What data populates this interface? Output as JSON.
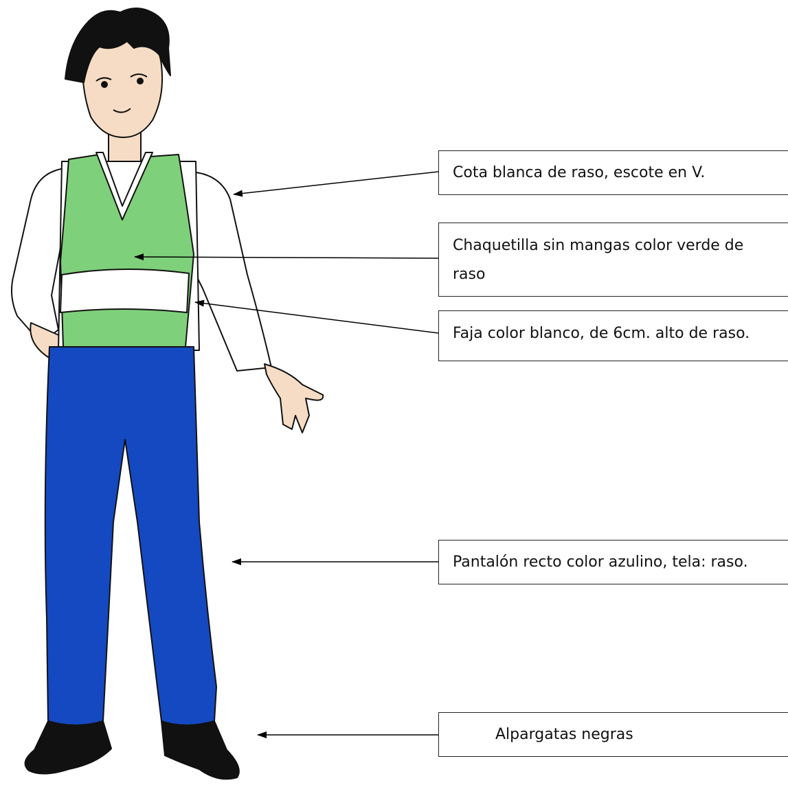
{
  "figure": {
    "colors": {
      "skin": "#f6dcc4",
      "hair": "#111111",
      "vest": "#7fd07a",
      "shirt": "#ffffff",
      "pants": "#1549c2",
      "shoes": "#111111"
    },
    "icons": [
      "person-figure",
      "arrow-left-icon"
    ]
  },
  "callouts": [
    {
      "id": "cota",
      "text": "Cota blanca de raso, escote en V."
    },
    {
      "id": "chaquetilla",
      "text": "Chaquetilla sin mangas color verde de raso"
    },
    {
      "id": "faja",
      "text": "Faja color blanco, de 6cm. alto de raso."
    },
    {
      "id": "pantalon",
      "text": "Pantalón recto color azulino, tela: raso."
    },
    {
      "id": "alpargatas",
      "text": "Alpargatas negras"
    }
  ]
}
